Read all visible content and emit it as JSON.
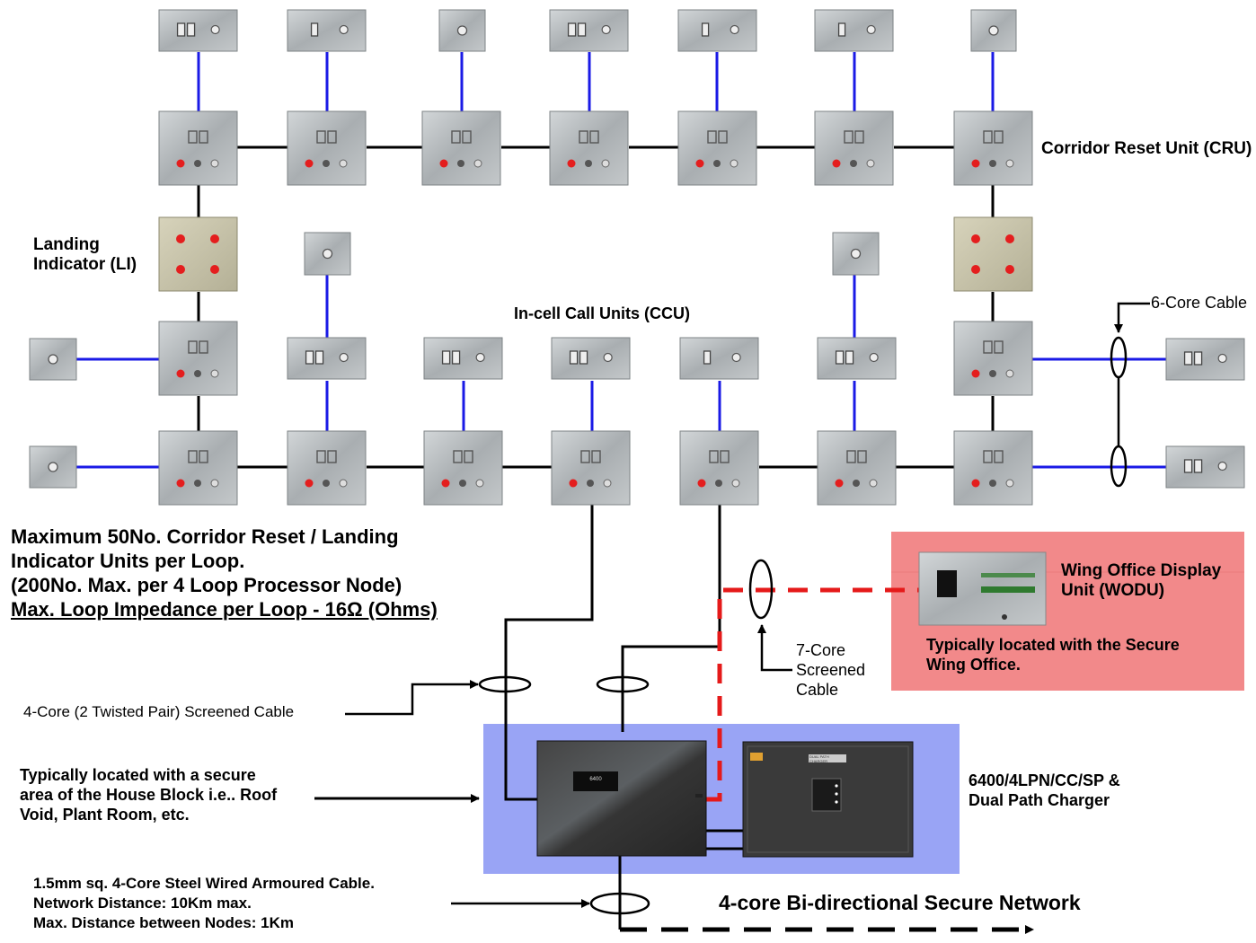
{
  "labels": {
    "cru": "Corridor Reset Unit (CRU)",
    "landing_indicator": [
      "Landing",
      "Indicator (LI)"
    ],
    "ccu": "In-cell Call Units (CCU)",
    "six_core": "6-Core Cable",
    "max_units": [
      "Maximum 50No. Corridor Reset  / Landing",
      "Indicator Units per Loop.",
      "(200No. Max. per 4 Loop Processor Node)"
    ],
    "impedance": "Max. Loop Impedance per Loop - 16Ω (Ohms)",
    "wodu": [
      "Wing Office Display",
      "Unit (WODU)"
    ],
    "wodu_location": [
      "Typically located with the Secure",
      "Wing Office."
    ],
    "seven_core": [
      "7-Core",
      "Screened",
      "Cable"
    ],
    "four_core": "4-Core (2 Twisted Pair) Screened Cable",
    "house_block": [
      "Typically located with a secure",
      "area of the House Block i.e.. Roof",
      "Void, Plant Room, etc."
    ],
    "node": [
      "6400/4LPN/CC/SP &",
      "Dual Path Charger"
    ],
    "armoured": [
      "1.5mm sq. 4-Core Steel Wired Armoured Cable.",
      "Network Distance: 10Km max.",
      "Max. Distance between Nodes: 1Km"
    ],
    "network": "4-core Bi-directional Secure Network",
    "processor_badge": "6400",
    "charger_badge": "DUAL PATH CHARGER"
  },
  "colors": {
    "loop_wire": "#000000",
    "spur_wire": "#1a1ae6",
    "wodu_wire": "#e51a1a",
    "wodu_zone": "#f2898a",
    "node_zone": "#99a4f5",
    "panel": "#b5babd",
    "node_box": "#2e2e2e"
  }
}
